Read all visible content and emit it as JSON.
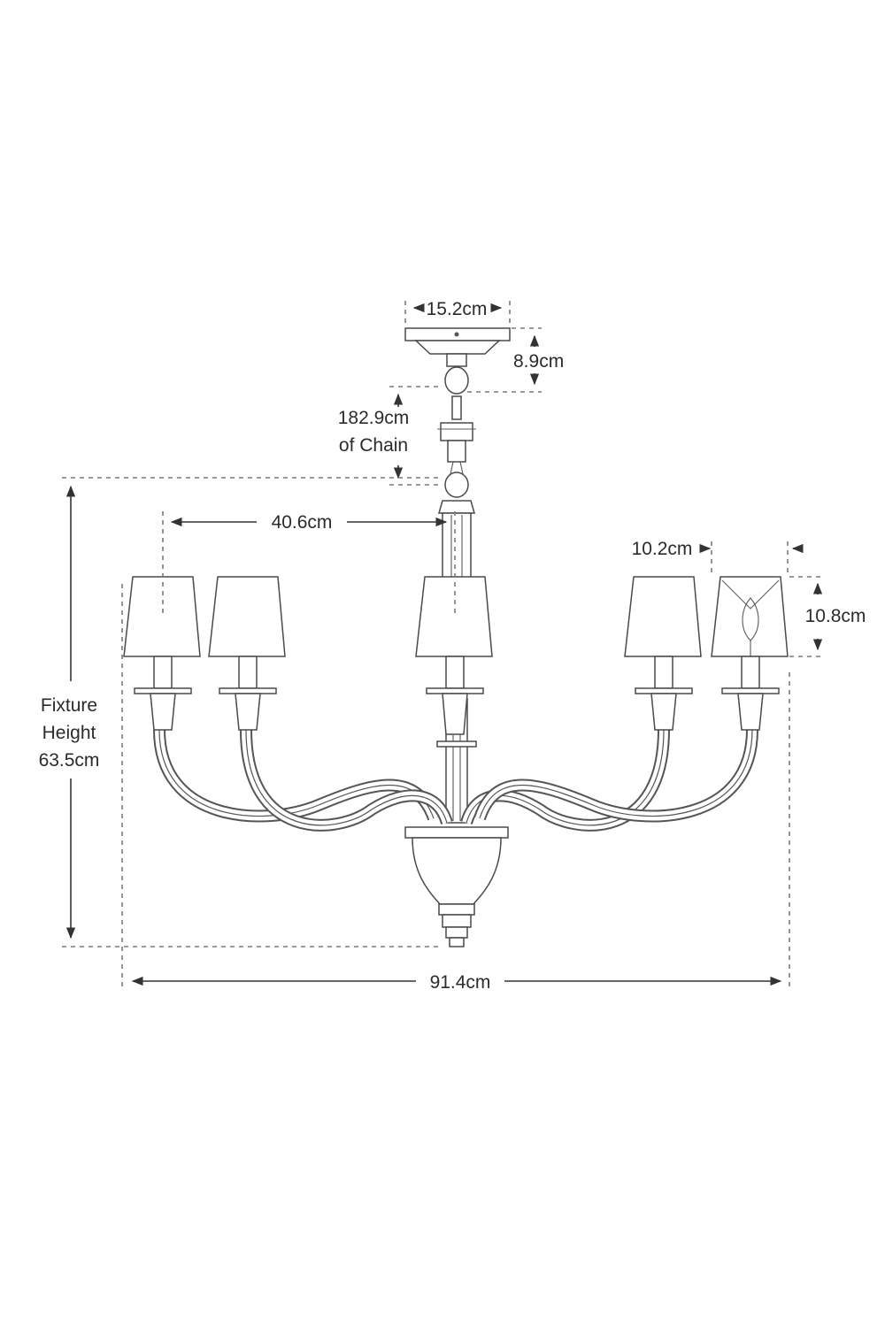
{
  "dimensions": {
    "canopy_width": "15.2cm",
    "canopy_height": "8.9cm",
    "chain_length_line1": "182.9cm",
    "chain_length_line2": "of Chain",
    "arm_spread": "40.6cm",
    "shade_width": "10.2cm",
    "shade_height": "10.8cm",
    "fixture_height_line1": "Fixture",
    "fixture_height_line2": "Height",
    "fixture_height_line3": "63.5cm",
    "overall_width": "91.4cm"
  },
  "colors": {
    "line": "#4a4a4a",
    "dimension_line": "#7a7a7a",
    "text": "#2b2b2b",
    "background": "#ffffff"
  }
}
